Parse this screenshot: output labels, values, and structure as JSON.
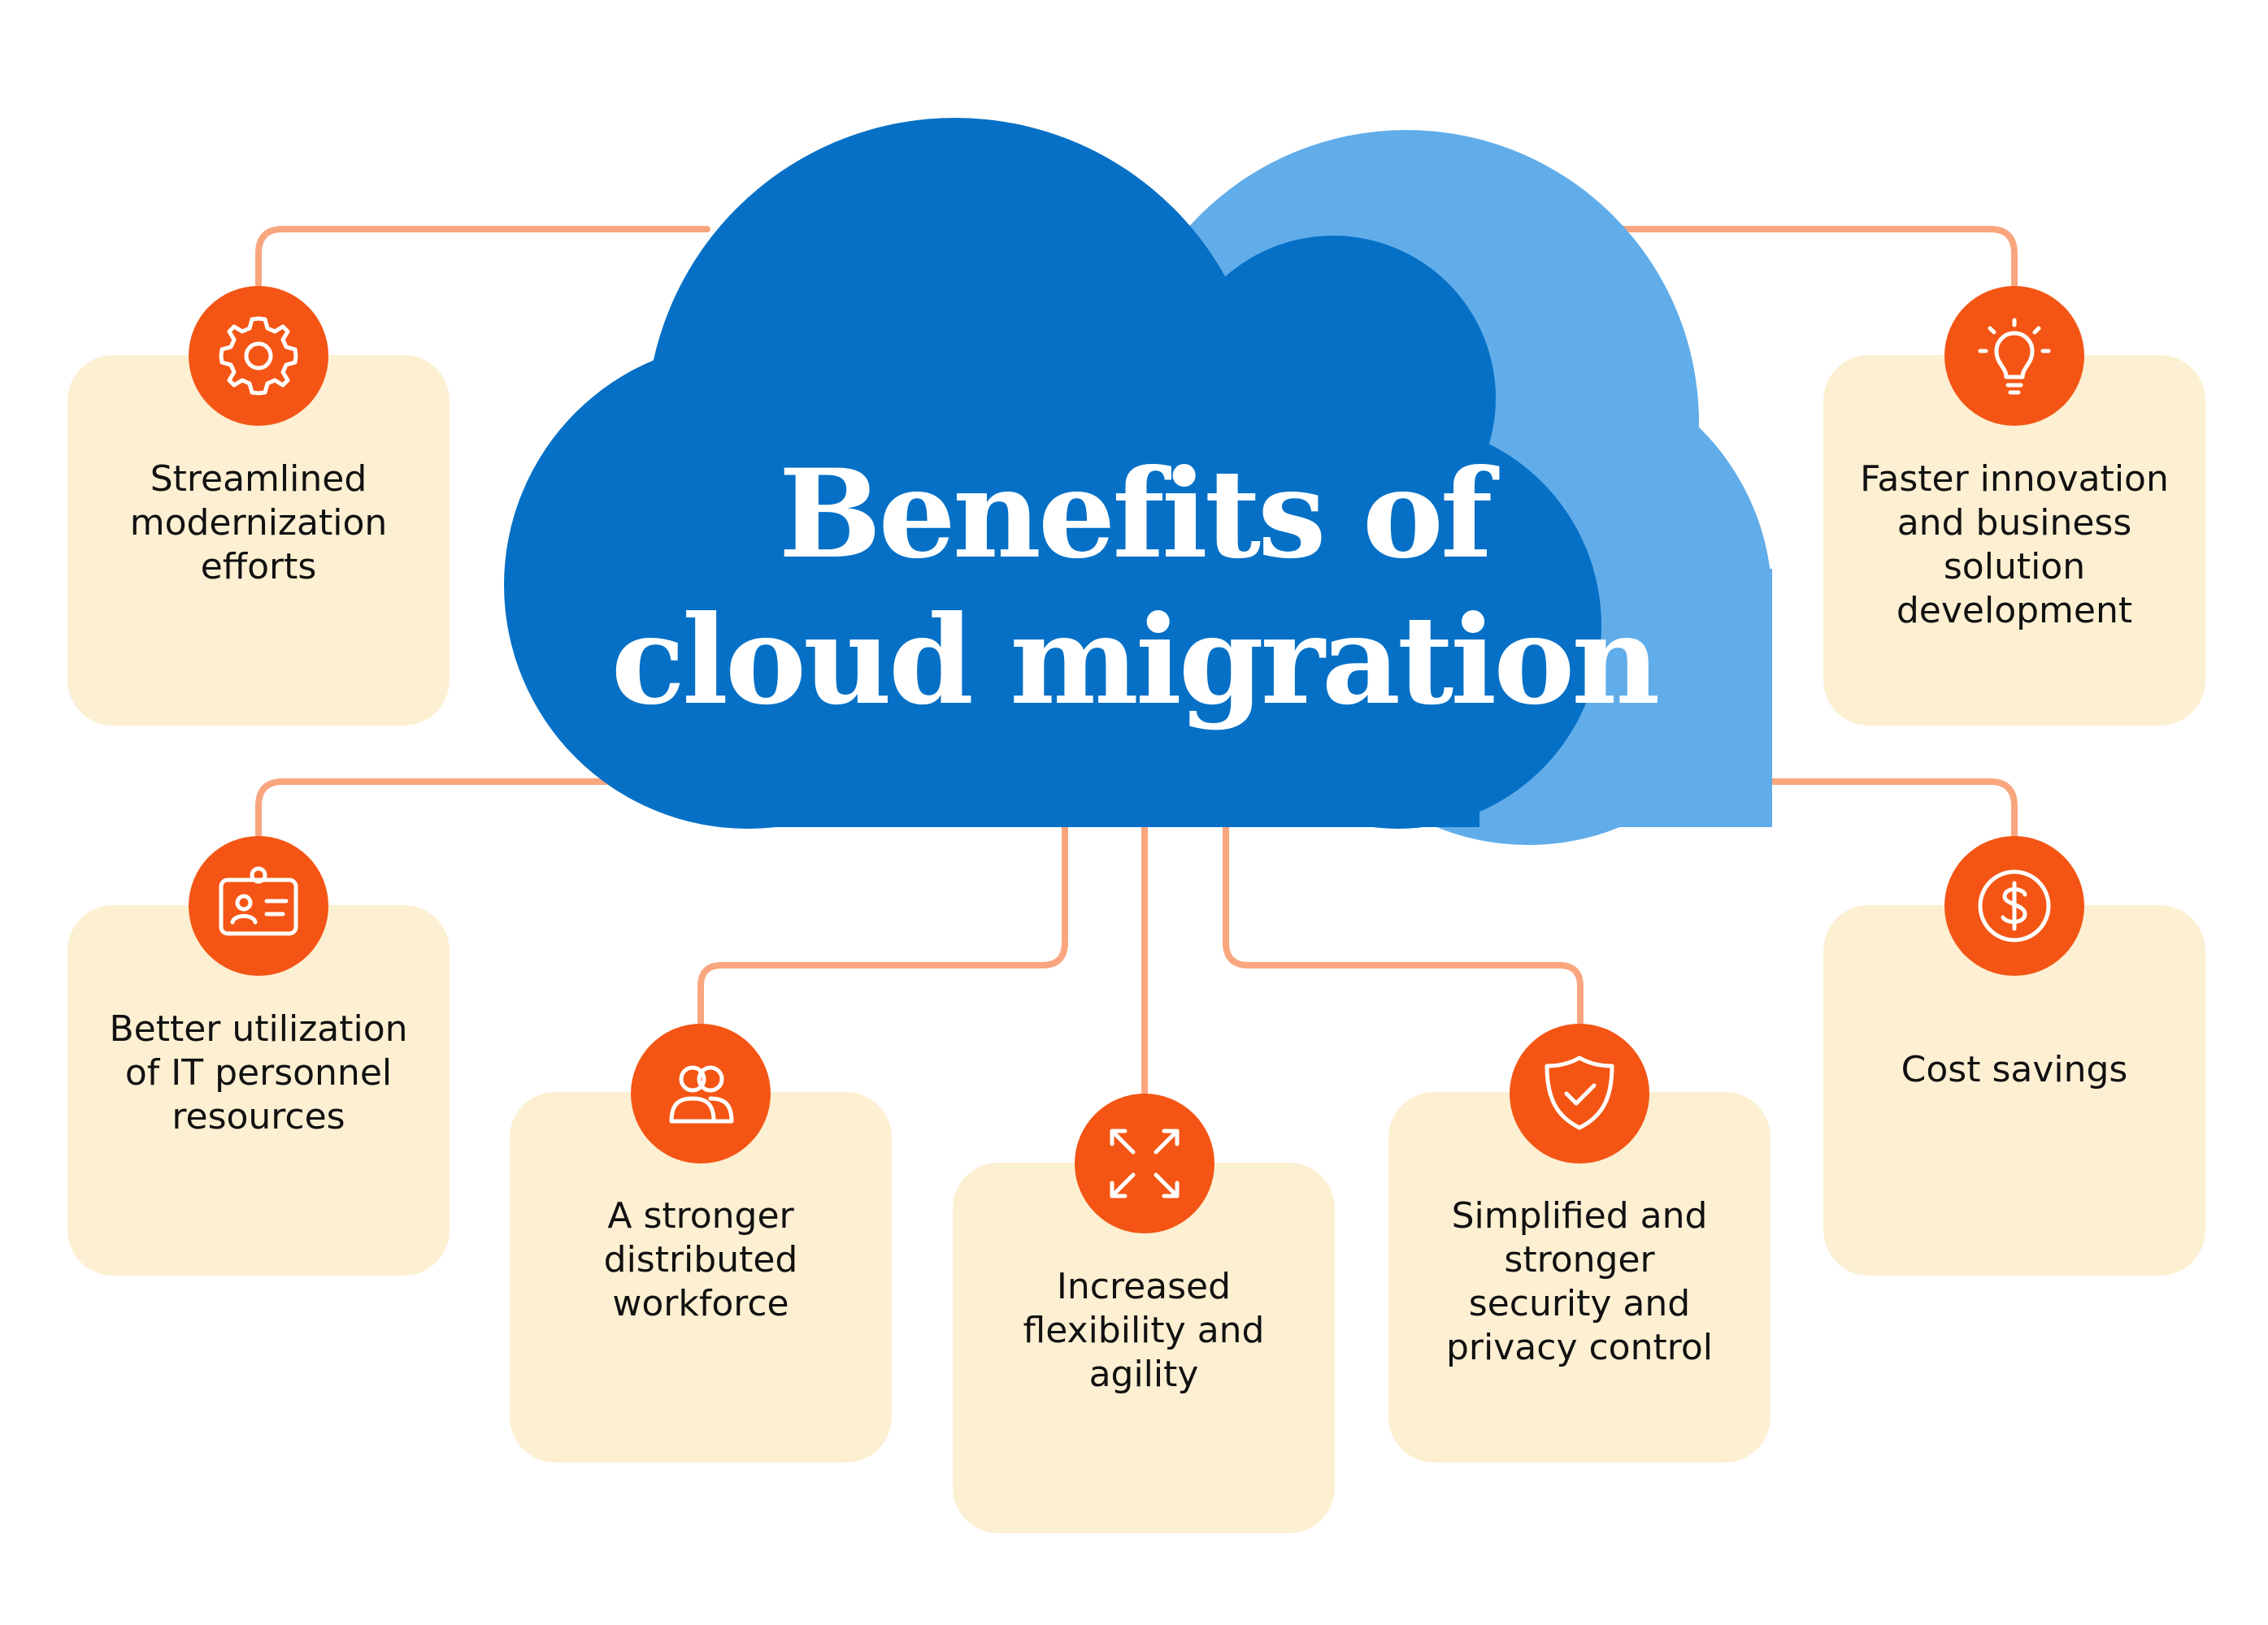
{
  "title": {
    "line1": "Benefits of",
    "line2": "cloud migration"
  },
  "colors": {
    "cloud_front": "#0570c6",
    "cloud_back": "#61adea",
    "connector": "#f9a67f",
    "badge": "#f45514",
    "card": "#fdefd2"
  },
  "benefits": [
    {
      "icon": "gear-icon",
      "lines": [
        "Streamlined",
        "modernization",
        "efforts"
      ]
    },
    {
      "icon": "lightbulb-icon",
      "lines": [
        "Faster innovation",
        "and business",
        "solution",
        "development"
      ]
    },
    {
      "icon": "id-badge-icon",
      "lines": [
        "Better utilization",
        "of IT personnel",
        "resources"
      ]
    },
    {
      "icon": "dollar-icon",
      "lines": [
        "Cost savings"
      ]
    },
    {
      "icon": "people-icon",
      "lines": [
        "A stronger",
        "distributed",
        "workforce"
      ]
    },
    {
      "icon": "expand-arrows-icon",
      "lines": [
        "Increased",
        "flexibility and",
        "agility"
      ]
    },
    {
      "icon": "shield-check-icon",
      "lines": [
        "Simplified and",
        "stronger",
        "security and",
        "privacy control"
      ]
    }
  ]
}
